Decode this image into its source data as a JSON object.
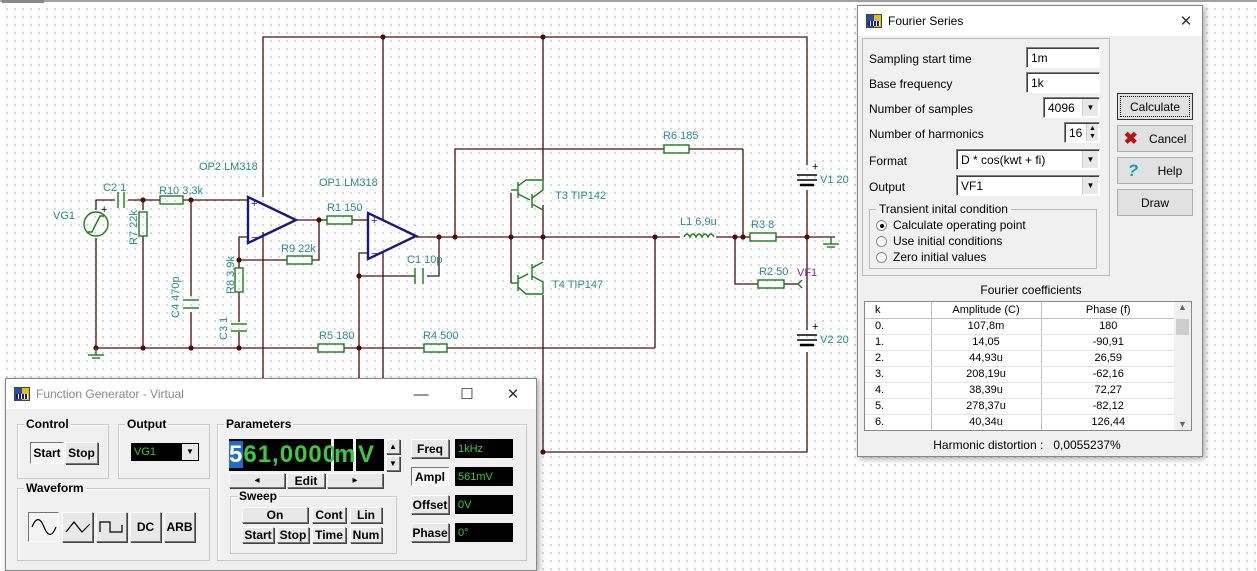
{
  "schematic": {
    "labels": {
      "vg1": "VG1",
      "c2": "C2 1",
      "r10": "R10 3,3k",
      "r7": "R7 22k",
      "c4": "C4 470p",
      "op2": "OP2 LM318",
      "r9": "R9 22k",
      "r8": "R8 3,9k",
      "c3": "C3 1",
      "op1": "OP1 LM318",
      "r1": "R1 150",
      "c1": "C1 10p",
      "r5": "R5 180",
      "r4": "R4 500",
      "t3": "T3 TIP142",
      "t4": "T4 TIP147",
      "r6": "R6 185",
      "l1": "L1 6,9u",
      "r3": "R3 8",
      "r2": "R2 50",
      "vf1": "VF1",
      "v1": "V1 20",
      "v2": "V2 20",
      "plus": "+",
      "minus": "−"
    }
  },
  "fourier": {
    "title": "Fourier Series",
    "fields": {
      "sampling_start_time": {
        "label": "Sampling start time",
        "value": "1m"
      },
      "base_frequency": {
        "label": "Base frequency",
        "value": "1k"
      },
      "number_of_samples": {
        "label": "Number of samples",
        "value": "4096"
      },
      "number_of_harmonics": {
        "label": "Number of harmonics",
        "value": "16"
      },
      "format": {
        "label": "Format",
        "value": "D * cos(kwt + fi)"
      },
      "output": {
        "label": "Output",
        "value": "VF1"
      }
    },
    "transient": {
      "title": "Transient inital condition",
      "options": [
        {
          "label": "Calculate operating point",
          "selected": true
        },
        {
          "label": "Use initial conditions",
          "selected": false
        },
        {
          "label": "Zero initial values",
          "selected": false
        }
      ]
    },
    "buttons": {
      "calculate": "Calculate",
      "cancel": "Cancel",
      "help": "Help",
      "draw": "Draw"
    },
    "coefficients": {
      "title": "Fourier coefficients",
      "headers": [
        "k",
        "Amplitude (C)",
        "Phase (f)"
      ],
      "rows": [
        [
          "0.",
          "107,8m",
          "180"
        ],
        [
          "1.",
          "14,05",
          "-90,91"
        ],
        [
          "2.",
          "44,93u",
          "26,59"
        ],
        [
          "3.",
          "208,19u",
          "-62,16"
        ],
        [
          "4.",
          "38,39u",
          "72,27"
        ],
        [
          "5.",
          "278,37u",
          "-82,12"
        ],
        [
          "6.",
          "40,34u",
          "126,44"
        ]
      ]
    },
    "harmonic_distortion": {
      "label": "Harmonic distortion :",
      "value": "0,0055237%"
    }
  },
  "funcgen": {
    "title": "Function Generator - Virtual",
    "control": {
      "title": "Control",
      "start": "Start",
      "stop": "Stop"
    },
    "output": {
      "title": "Output",
      "value": "VG1"
    },
    "waveform": {
      "title": "Waveform",
      "dc": "DC",
      "arb": "ARB"
    },
    "parameters": {
      "title": "Parameters",
      "display_cursor_digit": "5",
      "display_value_rest": "61,0000",
      "display_prefix": "m",
      "display_unit": "V",
      "edit": "Edit",
      "left": "◂",
      "right": "▸"
    },
    "sweep": {
      "title": "Sweep",
      "on": "On",
      "cont": "Cont",
      "lin": "Lin",
      "start": "Start",
      "stop": "Stop",
      "time": "Time",
      "num": "Num"
    },
    "params": [
      {
        "label": "Freq",
        "value": "1kHz"
      },
      {
        "label": "Ampl",
        "value": "561mV"
      },
      {
        "label": "Offset",
        "value": "0V"
      },
      {
        "label": "Phase",
        "value": "0°"
      }
    ]
  }
}
